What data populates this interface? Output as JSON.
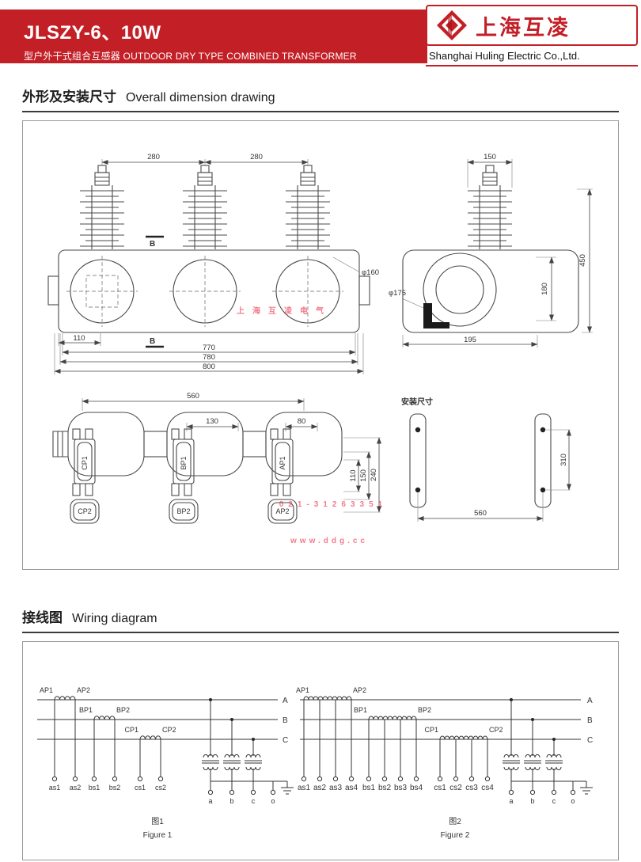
{
  "colors": {
    "brand_red": "#c31f26",
    "watermark_red": "#e8112d"
  },
  "header": {
    "model": "JLSZY-6、10W",
    "subtitle": "型户外干式组合互感器 OUTDOOR DRY TYPE COMBINED TRANSFORMER",
    "brand": "上海互凌",
    "company": "Shanghai Huling Electric Co.,Ltd."
  },
  "dimension_section": {
    "title_cn": "外形及安装尺寸",
    "title_en": "Overall dimension drawing"
  },
  "wiring_section": {
    "title_cn": "接线图",
    "title_en": "Wiring diagram"
  },
  "drawing": {
    "front": {
      "dim_280_left": "280",
      "dim_280_right": "280",
      "dim_110": "110",
      "dim_770": "770",
      "dim_780": "780",
      "dim_800": "800",
      "dia_160": "φ160",
      "section_mark": "B"
    },
    "side": {
      "dim_150": "150",
      "dim_450": "450",
      "dim_180": "180",
      "dia_175": "φ175",
      "dim_195": "195"
    },
    "top": {
      "dim_560": "560",
      "dim_130": "130",
      "dim_80": "80",
      "dim_110": "110",
      "dim_150": "150",
      "dim_240": "240",
      "labels": {
        "cp1": "CP1",
        "cp2": "CP2",
        "bp1": "BP1",
        "bp2": "BP2",
        "ap1": "AP1",
        "ap2": "AP2"
      }
    },
    "install": {
      "title": "安装尺寸",
      "dim_310": "310",
      "dim_560": "560"
    },
    "watermarks": {
      "line1": "上海互凌电气",
      "line2": "021-31263351",
      "line3": "www.ddg.cc"
    }
  },
  "wiring": {
    "fig1": {
      "phases": [
        "A",
        "B",
        "C"
      ],
      "coil_labels": [
        "AP1",
        "AP2",
        "BP1",
        "BP2",
        "CP1",
        "CP2"
      ],
      "terminals": [
        "as1",
        "as2",
        "bs1",
        "bs2",
        "cs1",
        "cs2"
      ],
      "secondary": [
        "a",
        "b",
        "c",
        "o"
      ],
      "caption_cn": "图1",
      "caption_en": "Figure 1"
    },
    "fig2": {
      "phases": [
        "A",
        "B",
        "C"
      ],
      "coil_labels": [
        "AP1",
        "AP2",
        "BP1",
        "BP2",
        "CP1",
        "CP2"
      ],
      "terminals": [
        "as1",
        "as2",
        "as3",
        "as4",
        "bs1",
        "bs2",
        "bs3",
        "bs4",
        "cs1",
        "cs2",
        "cs3",
        "cs4"
      ],
      "secondary": [
        "a",
        "b",
        "c",
        "o"
      ],
      "caption_cn": "图2",
      "caption_en": "Figure 2"
    }
  }
}
